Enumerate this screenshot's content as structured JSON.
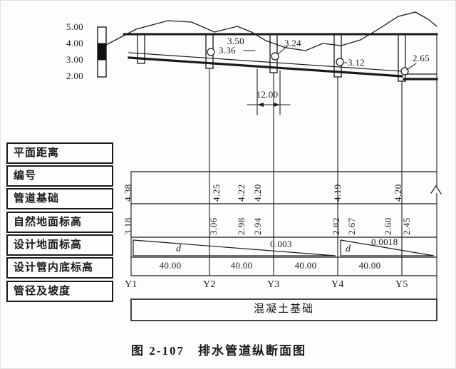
{
  "figure": {
    "caption": "图 2-107　排水管道纵断面图"
  },
  "scale": {
    "labels": [
      "5.00",
      "4.00",
      "3.00",
      "2.00"
    ]
  },
  "profile": {
    "elevation_labels": [
      "3.50",
      "3.36",
      "3.24",
      "3.12",
      "2.65"
    ],
    "dimension_label": "12.00"
  },
  "table": {
    "row_labels": [
      "平面距离",
      "编号",
      "管道基础",
      "自然地面标高",
      "设计地面标高",
      "设计管内底标高",
      "管径及坡度"
    ],
    "ground_elevations": [
      "4.38",
      "4.25",
      "4.22",
      "4.20",
      "4.19",
      "4.20"
    ],
    "invert_elevations": [
      "3.18",
      "3.06",
      "2.98",
      "2.94",
      "2.82",
      "2.67",
      "2.60",
      "2.45"
    ],
    "slope_symbols": [
      "d",
      "d"
    ],
    "slope_values": [
      "0.003",
      "0.0018"
    ],
    "distances": [
      "40.00",
      "40.00",
      "40.00",
      "40.00"
    ],
    "stations": [
      "Y1",
      "Y2",
      "Y3",
      "Y4",
      "Y5"
    ],
    "foundation_label": "混凝土基础"
  },
  "colors": {
    "ink": "#1a1a1a",
    "paper": "#fdfdfd"
  }
}
